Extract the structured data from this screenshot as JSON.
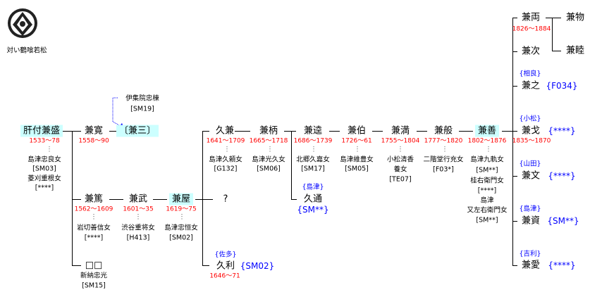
{
  "crest": {
    "label": "対い鶴喰若松",
    "icon": "family-crest-icon"
  },
  "root": {
    "name": "肝付兼盛",
    "dates": "1533～78",
    "spouses": [
      "島津忠良女",
      "[SM03]",
      "菱刈重根女",
      "[****]"
    ]
  },
  "kanehiro": {
    "name": "兼寛",
    "dates": "1558～90"
  },
  "kanemitsu": {
    "name": "〔兼三〕",
    "adopted_from": "伊集院忠棟",
    "adopted_id": "[SM19]"
  },
  "kaneatsu": {
    "name": "兼篤",
    "dates": "1562～1609",
    "spouse": "岩切善信女",
    "id": "[****]"
  },
  "kanetake": {
    "name": "兼武",
    "dates": "1601～35",
    "spouse": "渋谷重将女",
    "id": "[H413]"
  },
  "kaneya": {
    "name": "兼屋",
    "dates": "1619～75",
    "spouse": "島津忠恒女",
    "id": "[SM02]"
  },
  "unknown": "?",
  "squares": {
    "name": "□□",
    "note": "新納忠光",
    "id": "[SM15]"
  },
  "main_line": [
    {
      "name": "久兼",
      "dates": "1641～1709",
      "spouse": "島津久頼女",
      "id": "[G132]"
    },
    {
      "name": "兼柄",
      "dates": "1665～1718",
      "spouse": "島津光久女",
      "id": "[SM06]"
    },
    {
      "name": "兼逵",
      "dates": "1686～1739",
      "spouse": "北郷久嘉女",
      "id": "[SM17]"
    },
    {
      "name": "兼伯",
      "dates": "1726～61",
      "spouse": "島津維豊女",
      "id": "[SM05]"
    },
    {
      "name": "兼満",
      "dates": "1755～1804",
      "spouse": "小松清香",
      "spouse2": "養女",
      "id": "[TE07]"
    },
    {
      "name": "兼般",
      "dates": "1777～1820",
      "spouse": "二階堂行充女",
      "id": "[F03*]"
    },
    {
      "name": "兼善",
      "dates": "1802～1876",
      "spouses": [
        "島津九軌女",
        "[SM**]",
        "桂右衛門女",
        "[****]",
        "島津",
        "又左右衛門女",
        "[SM**]"
      ]
    }
  ],
  "hisamichi": {
    "name": "久通",
    "house": "{島津}",
    "id": "{SM**}"
  },
  "hisatoshi": {
    "name": "久利",
    "house": "{佐多}",
    "id": "{SM02}",
    "dates": "1646～71"
  },
  "children": [
    {
      "name": "兼両",
      "dates": "1826～1884"
    },
    {
      "name": "兼次"
    },
    {
      "name": "兼之",
      "house": "{相良}",
      "id": "{F034}"
    },
    {
      "name": "兼戈",
      "house": "{小松}",
      "id": "{****}",
      "dates": "1835～1870"
    },
    {
      "name": "兼文",
      "house": "{山田}",
      "id": "{****}"
    },
    {
      "name": "兼資",
      "house": "{島津}",
      "id": "{SM**}"
    },
    {
      "name": "兼愛",
      "house": "{吉利}",
      "id": "{****}"
    }
  ],
  "grandchildren": [
    {
      "name": "兼物"
    },
    {
      "name": "兼睦"
    }
  ],
  "colors": {
    "highlight": "#ccffff",
    "dates": "#ff0000",
    "adopted": "#0000ff"
  }
}
